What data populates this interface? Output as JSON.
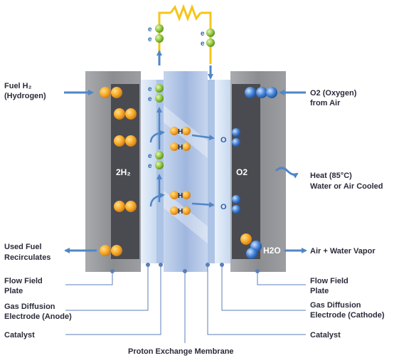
{
  "colors": {
    "arrow": "#4f86c6",
    "plate": "#7d7f83",
    "plate_inner": "#5a5b5f",
    "membrane": "#b9cbe8",
    "electrode": "#d9e6f5",
    "resistor": "#f5c518",
    "hydrogen": "#f6a623",
    "oxygen": "#3f7fd6",
    "electron": "#8cc43c",
    "leader": "#5a7fb8"
  },
  "labels": {
    "fuel_h2": "Fuel H₂",
    "hydrogen": "(Hydrogen)",
    "o2_oxygen": "O2 (Oxygen)",
    "from_air": "from Air",
    "heat": "Heat (85°C)",
    "cooled": "Water or Air Cooled",
    "used_fuel": "Used Fuel",
    "recirculates": "Recirculates",
    "air_water": "Air + Water Vapor",
    "flow_field_left_1": "Flow Field",
    "flow_field_left_2": "Plate",
    "flow_field_right_1": "Flow Field",
    "flow_field_right_2": "Plate",
    "gdl_anode_1": "Gas Diffusion",
    "gdl_anode_2": "Electrode (Anode)",
    "gdl_cathode_1": "Gas Diffusion",
    "gdl_cathode_2": "Electrode (Cathode)",
    "catalyst_left": "Catalyst",
    "catalyst_right": "Catalyst",
    "pem": "Proton Exchange Membrane",
    "anode_gas": "2H₂",
    "cathode_gas": "O2",
    "water": "H2O",
    "electron": "e",
    "proton": "H",
    "oxygen_ion": "O"
  }
}
